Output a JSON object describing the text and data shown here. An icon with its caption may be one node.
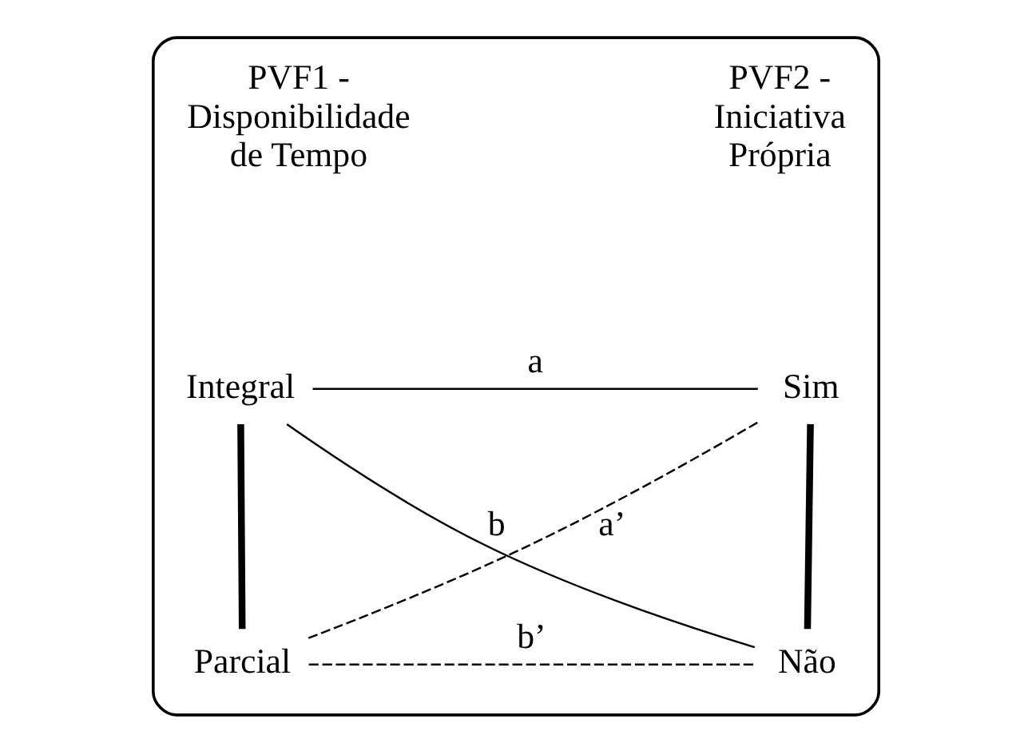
{
  "diagram": {
    "nodes": [
      {
        "text": [],
        "shape": "box"
      },
      {
        "text": [
          "Integral"
        ],
        "in": 0
      },
      {
        "text": [
          "Sim"
        ],
        "in": 0
      },
      {
        "text": [
          "Parcial"
        ],
        "in": 0
      },
      {
        "text": [
          "Não"
        ],
        "in": 0
      }
    ],
    "edges": [
      {
        "from": 1,
        "to": 2,
        "arrow": "none",
        "label": "a"
      },
      {
        "from": 3,
        "to": 2,
        "arrow": "none",
        "label": "a’",
        "style": "dashed"
      },
      {
        "from": 1,
        "to": 4,
        "arrow": "none",
        "label": "b"
      },
      {
        "from": 3,
        "to": 4,
        "arrow": "none",
        "label": "b’",
        "style": "dashed"
      },
      {
        "from": 1,
        "to": 3,
        "arrow": "none",
        "style": "thick"
      },
      {
        "from": 2,
        "to": 4,
        "arrow": "none",
        "style": "thick"
      }
    ],
    "labels": [
      "PVF1 - Disponibilidade de Tempo",
      "PVF2 - Iniciativa Própria"
    ]
  }
}
